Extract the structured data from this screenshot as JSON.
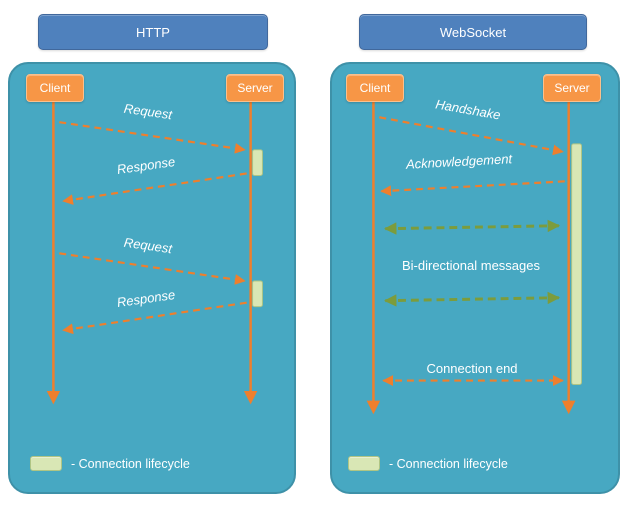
{
  "colors": {
    "panel": "#47A8C2",
    "panel_border": "#3E91A8",
    "header_fill": "#4F81BD",
    "header_border": "#41689C",
    "actor_fill": "#F79646",
    "actor_border": "#FBC08C",
    "lifeline": "#EE7F2D",
    "arrow_orange": "#EE7F2D",
    "arrow_green": "#7C9C3C",
    "activation_fill": "#D9E7B5",
    "activation_border": "#AFC584",
    "label_text": "#FFFFFF"
  },
  "http_diagram": {
    "title": "HTTP",
    "client": "Client",
    "server": "Server",
    "messages": [
      {
        "label": "Request"
      },
      {
        "label": "Response"
      },
      {
        "label": "Request"
      },
      {
        "label": "Response"
      }
    ],
    "legend": {
      "label": "- Connection lifecycle"
    }
  },
  "websocket_diagram": {
    "title": "WebSocket",
    "client": "Client",
    "server": "Server",
    "messages": [
      {
        "label": "Handshake"
      },
      {
        "label": "Acknowledgement"
      },
      {
        "label": "Bi-directional messages"
      },
      {
        "label": "Connection end"
      }
    ],
    "legend": {
      "label": "- Connection lifecycle"
    }
  }
}
